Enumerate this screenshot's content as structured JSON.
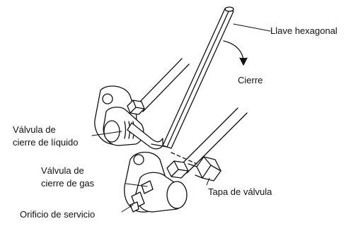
{
  "labels": {
    "hex_wrench": "Llave hexagonal",
    "closing": "Cierre",
    "liquid_valve_line1": "Válvula de",
    "liquid_valve_line2": "cierre de líquido",
    "gas_valve_line1": "Válvula de",
    "gas_valve_line2": "cierre de gas",
    "valve_cap": "Tapa de válvula",
    "service_port": "Orificio de servicio"
  },
  "colors": {
    "ink": "#111111",
    "background": "#ffffff"
  }
}
